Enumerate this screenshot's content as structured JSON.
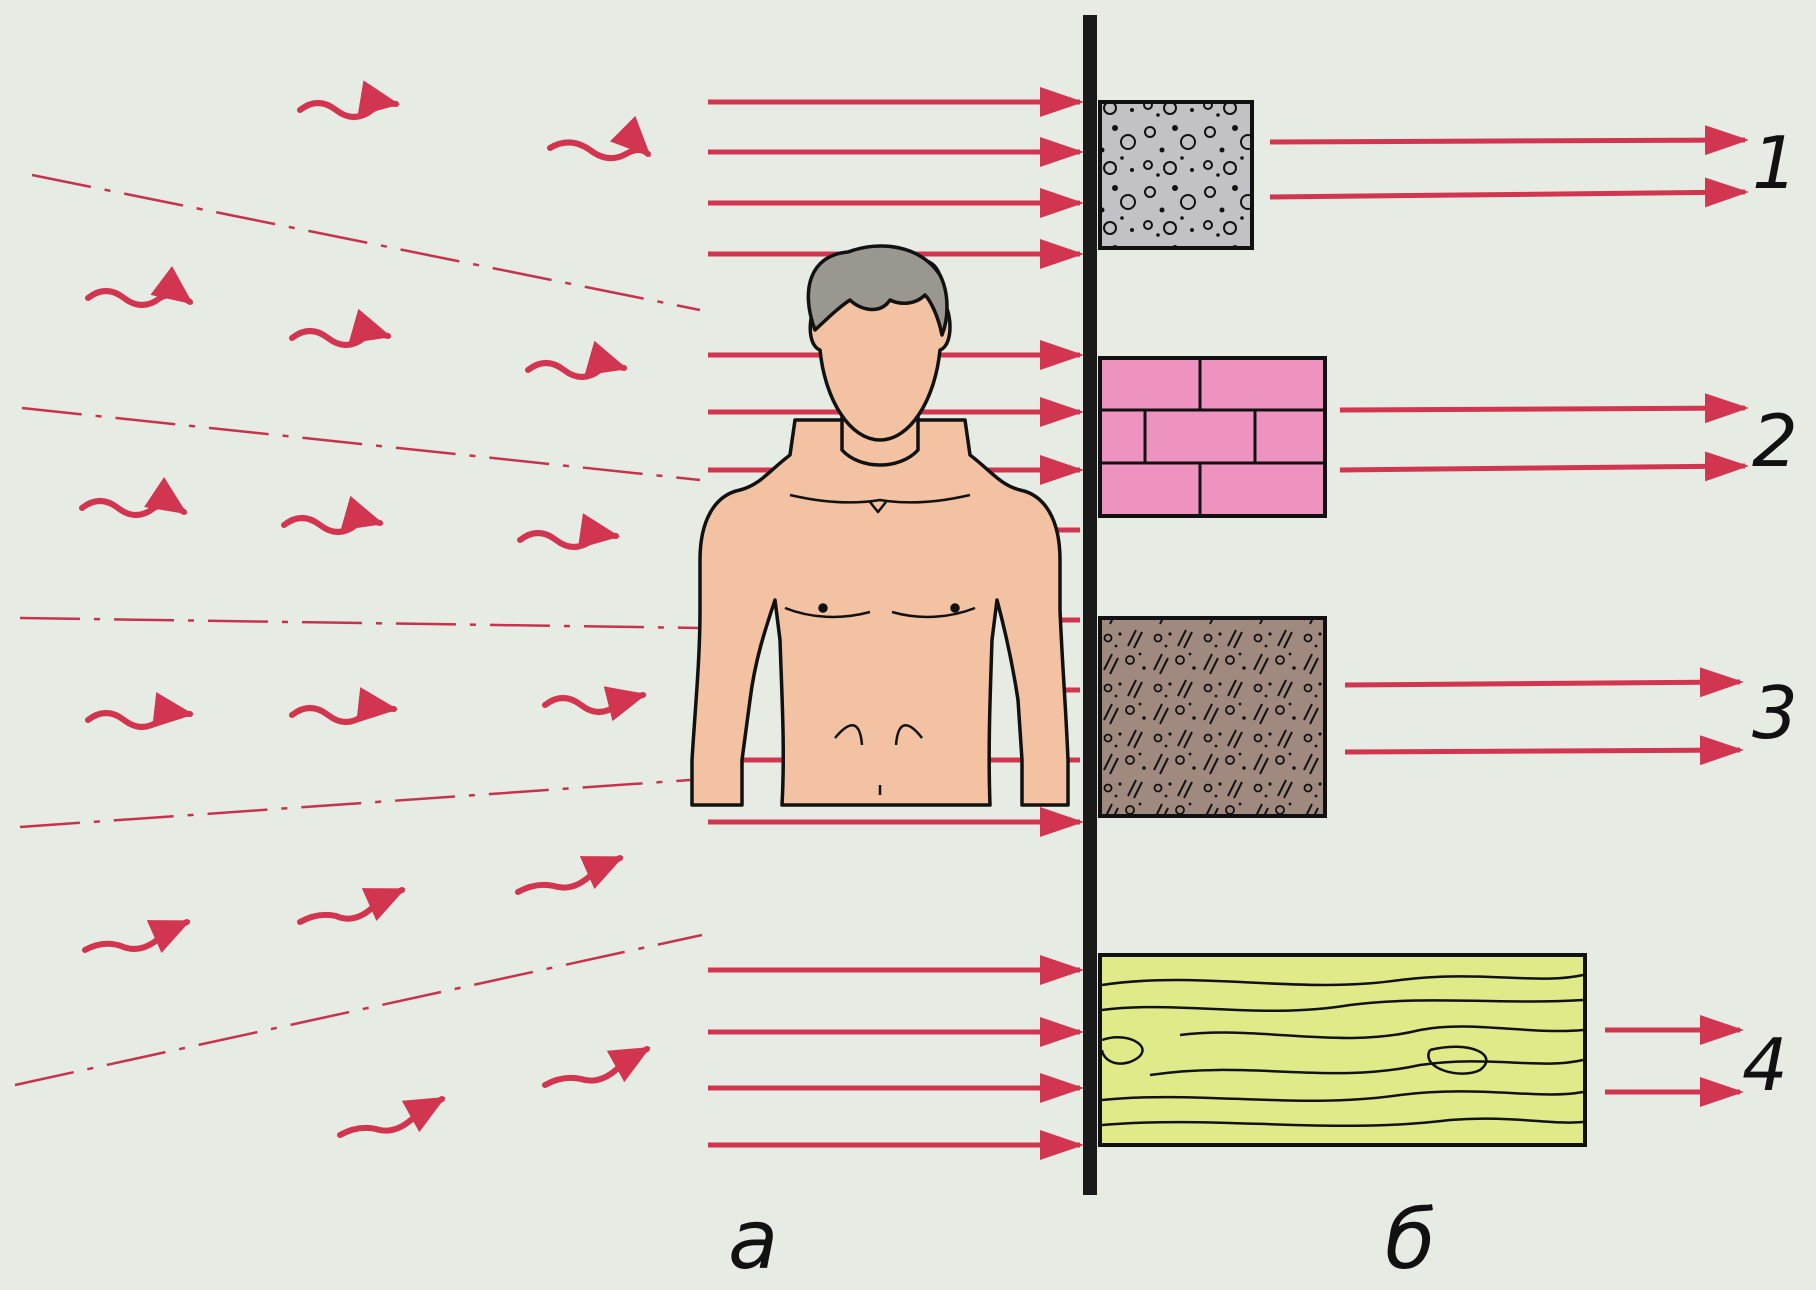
{
  "labels": {
    "panel_a": "а",
    "panel_b": "б",
    "material_1": "1",
    "material_2": "2",
    "material_3": "3",
    "material_4": "4"
  },
  "colors": {
    "background": "#e6ebe3",
    "arrow": "#d2354f",
    "wall": "#1a1a1a",
    "skin": "#f2c2a3",
    "hair": "#9a9690",
    "concrete": "#c2c2c6",
    "brick": "#ee93c0",
    "soil": "#a08a80",
    "wood": "#e0ea88"
  },
  "icons": {
    "person": "human-figure-icon",
    "radiation": "wavy-arrow-icon",
    "beam": "straight-arrow-icon"
  }
}
